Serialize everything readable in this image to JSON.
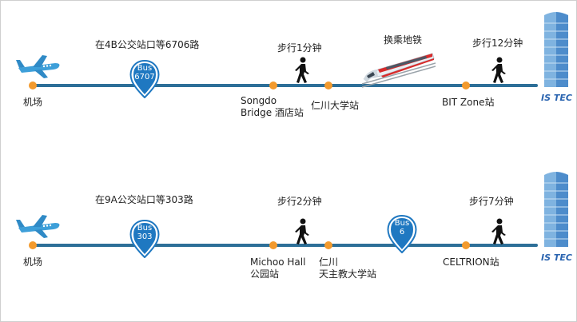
{
  "route1": {
    "origin_label": "机场",
    "bus_note": "在4B公交站口等6706路",
    "bus_pin_top": "Bus",
    "bus_pin_bottom": "6707",
    "walk1_note": "步行1分钟",
    "stop1_label_line1": "Songdo",
    "stop1_label_line2": "Bridge 酒店站",
    "stop2_label": "仁川大学站",
    "transfer_note": "换乘地铁",
    "walk2_note": "步行12分钟",
    "stop3_label": "BIT Zone站",
    "dest_label": "IS TEC"
  },
  "route2": {
    "origin_label": "机场",
    "bus_note": "在9A公交站口等303路",
    "bus_pin_top": "Bus",
    "bus_pin_bottom": "303",
    "walk1_note": "步行2分钟",
    "stop1_label_line1": "Michoo Hall",
    "stop1_label_line2": "公园站",
    "stop2_label_line1": "仁川",
    "stop2_label_line2": "天主教大学站",
    "bus2_pin_top": "Bus",
    "bus2_pin_bottom": "6",
    "walk2_note": "步行7分钟",
    "stop3_label": "CELTRION站",
    "dest_label": "IS TEC"
  },
  "colors": {
    "line": "#2d6f98",
    "stop": "#f39a2d",
    "pin": "#1f78c1",
    "brand": "#2a64b0"
  },
  "icons": [
    "airplane-icon",
    "bus-pin-icon",
    "walking-person-icon",
    "subway-train-icon",
    "office-building-icon"
  ]
}
